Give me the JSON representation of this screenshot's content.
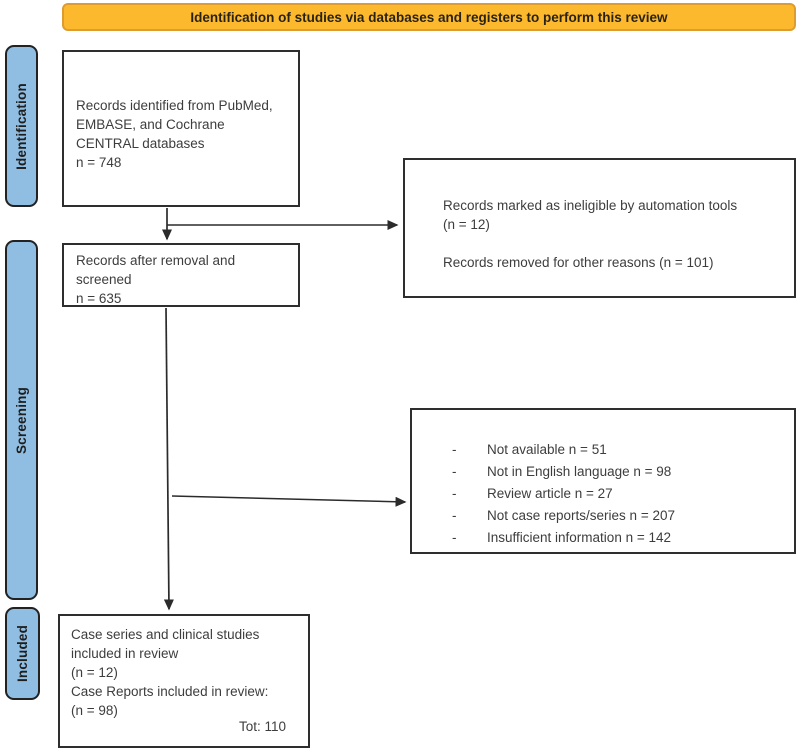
{
  "banner": {
    "text": "Identification of studies via databases and registers to perform this review"
  },
  "stages": [
    {
      "label": "Identification"
    },
    {
      "label": "Screening"
    },
    {
      "label": "Included"
    }
  ],
  "boxes": {
    "identified": {
      "text": "Records identified from PubMed,\nEMBASE, and Cochrane\nCENTRAL databases\nn = 748"
    },
    "screened": {
      "text": "Records after removal and\nscreened\nn = 635"
    },
    "included": {
      "text": "Case series and clinical studies\nincluded in review\n(n = 12)\nCase Reports included in review:\n(n = 98)",
      "total": "Tot: 110"
    }
  },
  "right_boxes": {
    "automation": {
      "text": "Records marked as ineligible by automation tools\n(n = 12)\n\nRecords removed for other reasons (n = 101)"
    },
    "exclusions": {
      "bullet": "-",
      "items": [
        "Not available n = 51",
        "Not in English language n = 98",
        "Review article n = 27",
        "Not case reports/series n = 207",
        "Insufficient information n = 142"
      ]
    }
  },
  "colors": {
    "banner_bg": "#fdb92d",
    "banner_border": "#dd9c30",
    "stage_bg": "#90bee2",
    "stage_border": "#222222",
    "box_border": "#2e2e2e",
    "text": "#3d3d3d",
    "arrow": "#2b2b2b"
  }
}
